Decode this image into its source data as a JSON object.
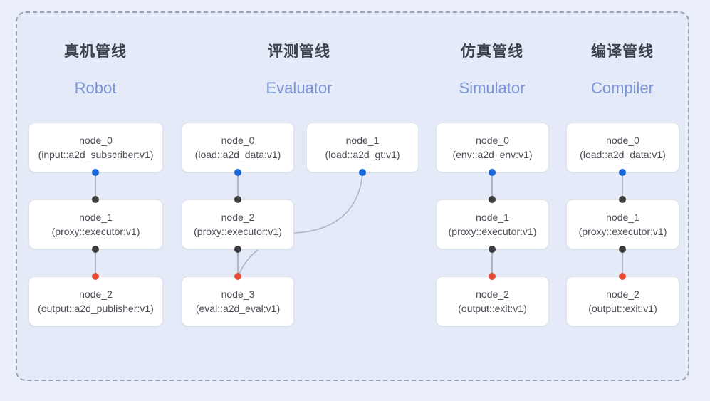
{
  "frame": {
    "border_color": "#9aa3b5",
    "background": "#e4eaf7"
  },
  "page_background": "#e9eef9",
  "colors": {
    "output_dot": "#1a66d6",
    "input_dot": "#3c3c3c",
    "terminal_dot": "#ea4b35",
    "edge": "#aeb5c4",
    "title_cn": "#3c4450",
    "title_en": "#7b94d4",
    "node_text": "#4a4f57"
  },
  "columns": [
    {
      "id": "robot",
      "title_cn": "真机管线",
      "title_en": "Robot",
      "nodes": [
        {
          "name": "node_0",
          "type": "(input::a2d_subscriber:v1)"
        },
        {
          "name": "node_1",
          "type": "(proxy::executor:v1)"
        },
        {
          "name": "node_2",
          "type": "(output::a2d_publisher:v1)"
        }
      ]
    },
    {
      "id": "evaluator",
      "title_cn": "评测管线",
      "title_en": "Evaluator",
      "nodes": [
        {
          "name": "node_0",
          "type": "(load::a2d_data:v1)"
        },
        {
          "name": "node_1",
          "type": "(load::a2d_gt:v1)"
        },
        {
          "name": "node_2",
          "type": "(proxy::executor:v1)"
        },
        {
          "name": "node_3",
          "type": "(eval::a2d_eval:v1)"
        }
      ]
    },
    {
      "id": "simulator",
      "title_cn": "仿真管线",
      "title_en": "Simulator",
      "nodes": [
        {
          "name": "node_0",
          "type": "(env::a2d_env:v1)"
        },
        {
          "name": "node_1",
          "type": "(proxy::executor:v1)"
        },
        {
          "name": "node_2",
          "type": "(output::exit:v1)"
        }
      ]
    },
    {
      "id": "compiler",
      "title_cn": "编译管线",
      "title_en": "Compiler",
      "nodes": [
        {
          "name": "node_0",
          "type": "(load::a2d_data:v1)"
        },
        {
          "name": "node_1",
          "type": "(proxy::executor:v1)"
        },
        {
          "name": "node_2",
          "type": "(output::exit:v1)"
        }
      ]
    }
  ]
}
